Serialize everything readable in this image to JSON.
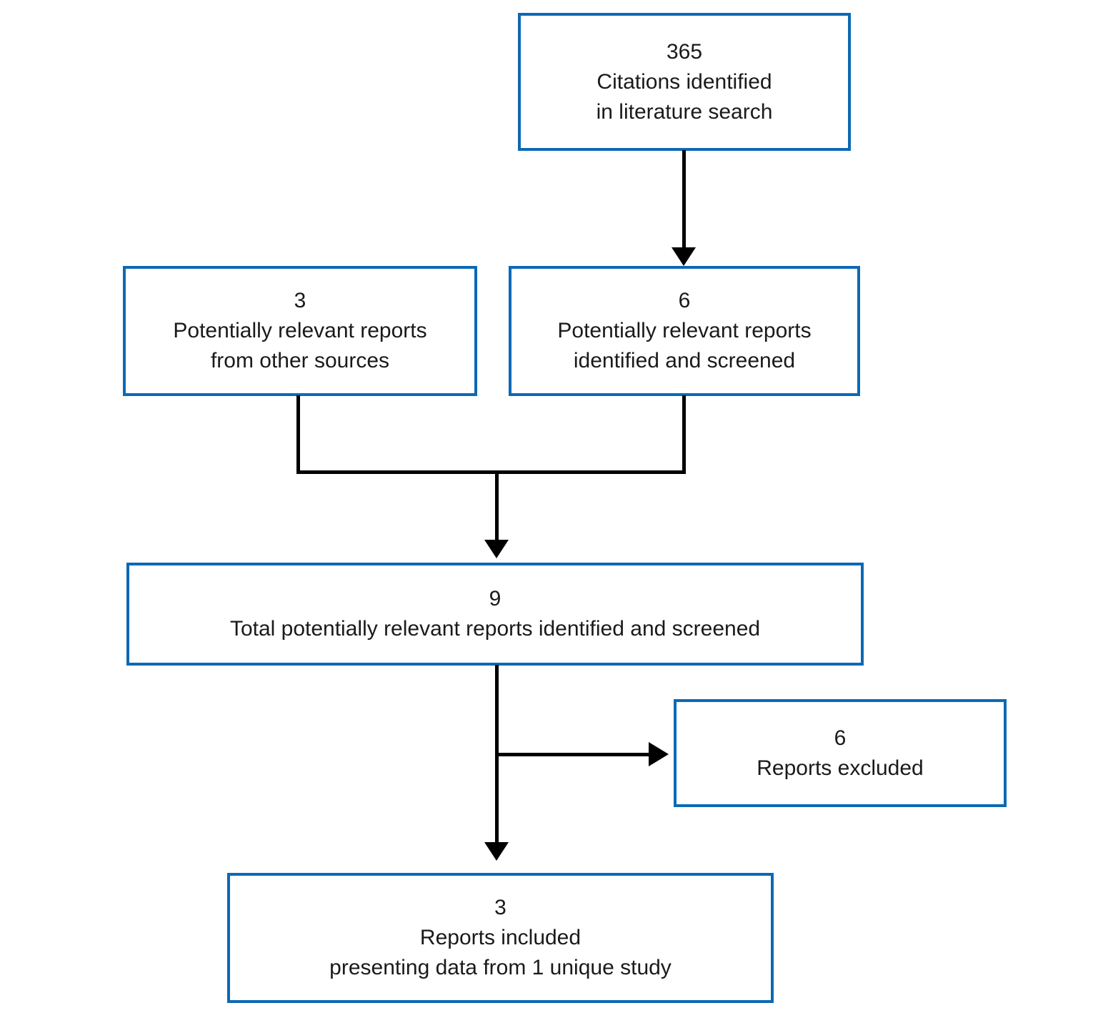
{
  "colors": {
    "box_border": "#0d69b4",
    "connector_line": "#000000",
    "text": "#1a1a1a",
    "background": "#ffffff"
  },
  "boxes": {
    "citations": {
      "value": "365",
      "lines": [
        "Citations identified",
        "in literature search"
      ]
    },
    "other_sources": {
      "value": "3",
      "lines": [
        "Potentially relevant reports",
        "from other sources"
      ]
    },
    "identified_screened": {
      "value": "6",
      "lines": [
        "Potentially relevant reports",
        "identified and screened"
      ]
    },
    "total": {
      "value": "9",
      "lines": [
        "Total potentially relevant reports identified and screened"
      ]
    },
    "excluded": {
      "value": "6",
      "lines": [
        "Reports excluded"
      ]
    },
    "included": {
      "value": "3",
      "lines": [
        "Reports included",
        "presenting data from 1 unique study"
      ]
    }
  },
  "flow": [
    {
      "from": "citations",
      "to": "identified_screened"
    },
    {
      "from": "other_sources",
      "to": "total"
    },
    {
      "from": "identified_screened",
      "to": "total"
    },
    {
      "from": "total",
      "to": "excluded"
    },
    {
      "from": "total",
      "to": "included"
    }
  ]
}
